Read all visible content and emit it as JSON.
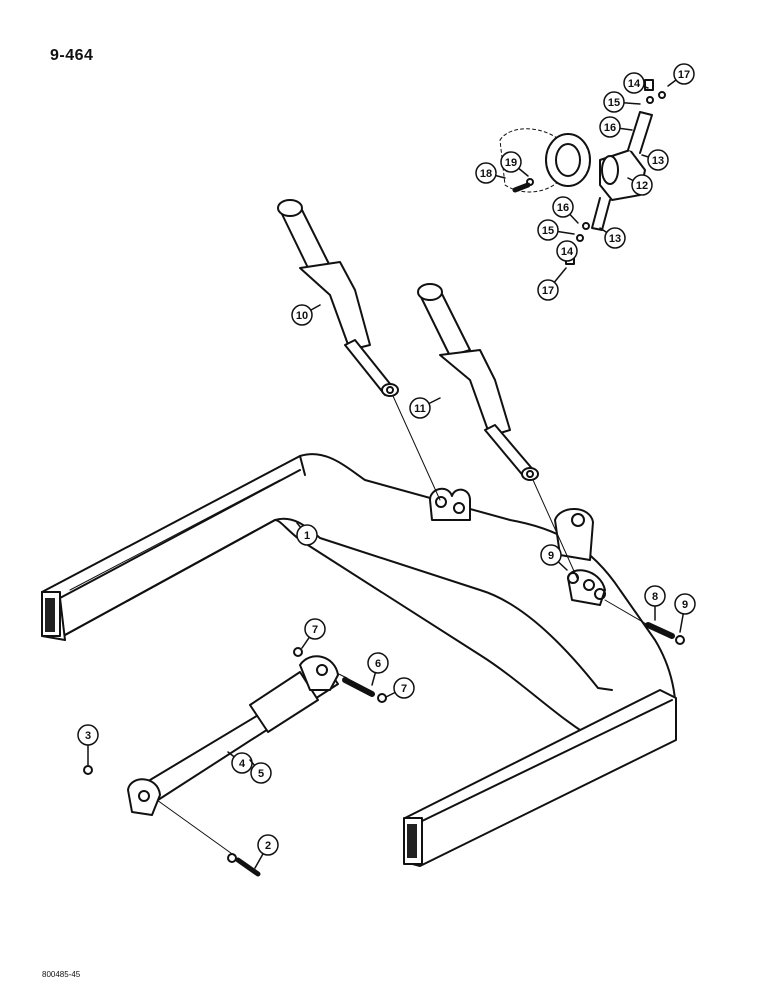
{
  "page": {
    "number": "9-464",
    "footer_code": "800485-45"
  },
  "callouts": [
    {
      "id": "c1",
      "label": "1"
    },
    {
      "id": "c2",
      "label": "2"
    },
    {
      "id": "c3",
      "label": "3"
    },
    {
      "id": "c4",
      "label": "4"
    },
    {
      "id": "c5",
      "label": "5"
    },
    {
      "id": "c6",
      "label": "6"
    },
    {
      "id": "c7a",
      "label": "7"
    },
    {
      "id": "c7b",
      "label": "7"
    },
    {
      "id": "c8",
      "label": "8"
    },
    {
      "id": "c9a",
      "label": "9"
    },
    {
      "id": "c9b",
      "label": "9"
    },
    {
      "id": "c10",
      "label": "10"
    },
    {
      "id": "c11",
      "label": "11"
    },
    {
      "id": "c12",
      "label": "12"
    },
    {
      "id": "c13a",
      "label": "13"
    },
    {
      "id": "c13b",
      "label": "13"
    },
    {
      "id": "c14a",
      "label": "14"
    },
    {
      "id": "c14b",
      "label": "14"
    },
    {
      "id": "c15a",
      "label": "15"
    },
    {
      "id": "c15b",
      "label": "15"
    },
    {
      "id": "c16a",
      "label": "16"
    },
    {
      "id": "c16b",
      "label": "16"
    },
    {
      "id": "c17a",
      "label": "17"
    },
    {
      "id": "c17b",
      "label": "17"
    },
    {
      "id": "c18",
      "label": "18"
    },
    {
      "id": "c19",
      "label": "19"
    }
  ]
}
